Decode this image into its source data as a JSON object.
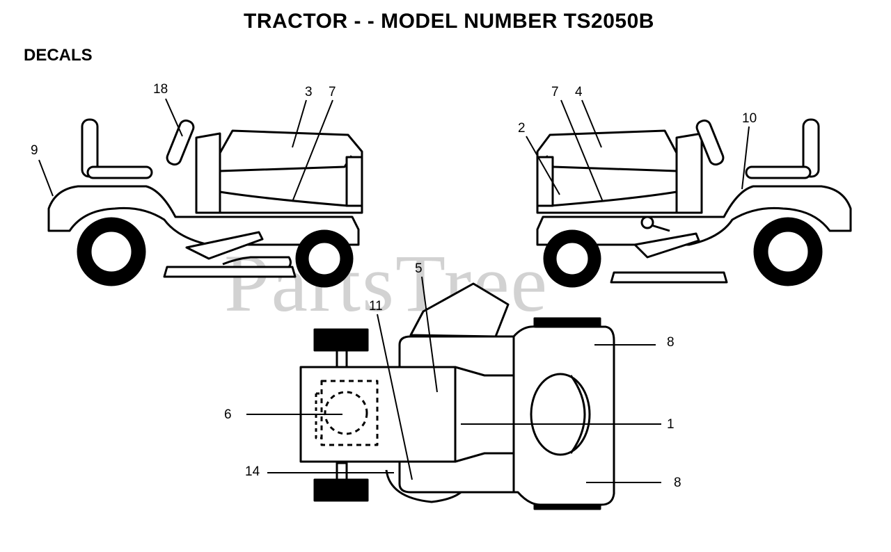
{
  "header": {
    "title": "TRACTOR - - MODEL NUMBER TS2050B",
    "subtitle": "DECALS"
  },
  "watermark": "PartsTree",
  "callouts": {
    "left_view": [
      "18",
      "3",
      "7",
      "9"
    ],
    "right_view": [
      "7",
      "4",
      "2",
      "10"
    ],
    "top_view": [
      "5",
      "11",
      "8",
      "6",
      "1",
      "14",
      "8"
    ]
  },
  "colors": {
    "line": "#000000",
    "fill": "#ffffff",
    "watermark": "#c8c8c8"
  }
}
